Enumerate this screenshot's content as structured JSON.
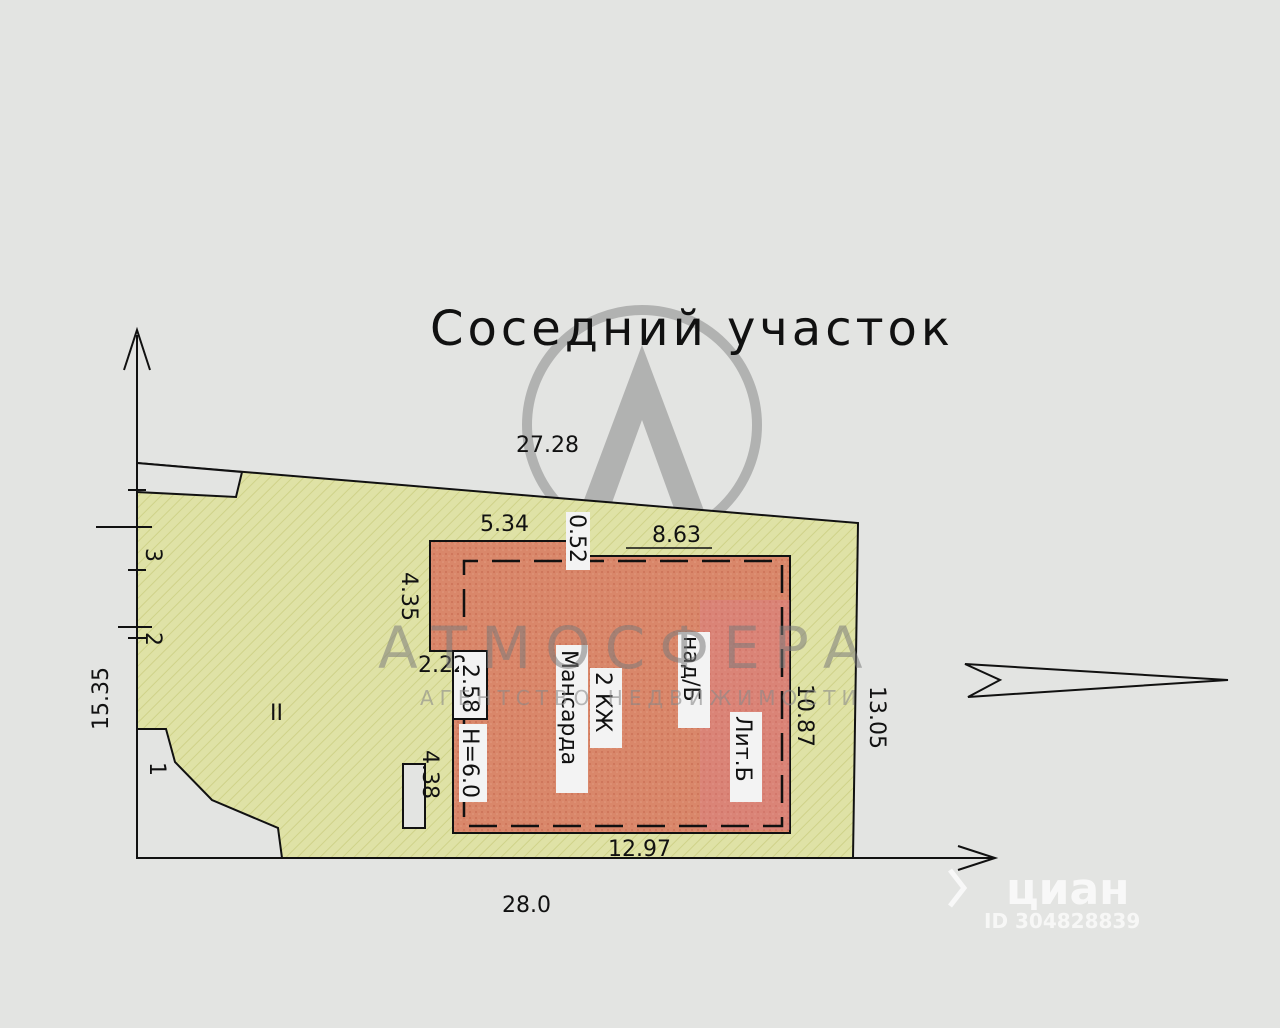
{
  "title": "Соседний участок",
  "dimensions": {
    "top_edge": "27.28",
    "bottom_edge": "28.0",
    "left_edge": "15.35",
    "right_edge": "13.05",
    "house_top_left": "5.34",
    "house_notch": "0.52",
    "house_top_right": "8.63",
    "house_left_upper": "4.35",
    "house_step": "2.22",
    "house_left_small": "2.58",
    "house_right": "10.87",
    "house_bottom": "12.97",
    "shed_height": "4.38"
  },
  "house_labels": {
    "floors": "2 КЖ",
    "attic": "Мансарда",
    "above": "над/Б",
    "litera": "Лит.Б",
    "height": "H=6.0"
  },
  "plot_label": "II",
  "boundary_marks": [
    "3",
    "2",
    "1"
  ],
  "watermark": {
    "brand": "АТМОСФЕРА",
    "subtitle": "АГЕНТСТВО НЕДВИЖИМОСТИ",
    "site": "циан",
    "listing_id": "ID 304828839"
  },
  "colors": {
    "background": "#e3e4e2",
    "plot_fill": "#dfe2a6",
    "house_fill": "#d9876a",
    "line": "#111111"
  }
}
